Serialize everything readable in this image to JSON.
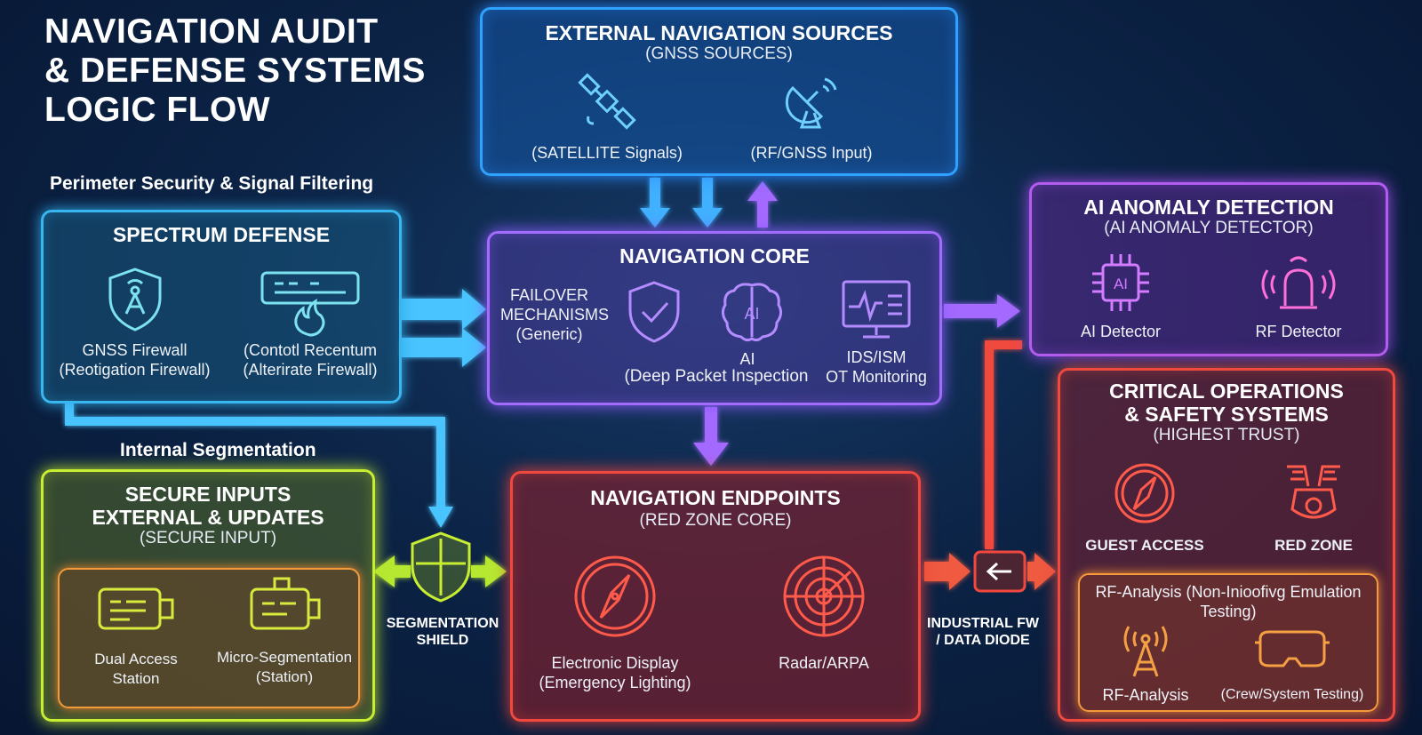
{
  "title": {
    "line1": "NAVIGATION AUDIT",
    "line2": "& DEFENSE SYSTEMS",
    "line3": "LOGIC FLOW"
  },
  "sections": {
    "perimeter": "Perimeter Security & Signal Filtering",
    "internal": "Internal Segmentation"
  },
  "external": {
    "title": "EXTERNAL NAVIGATION SOURCES",
    "subtitle": "(GNSS SOURCES)",
    "items": [
      {
        "label": "(SATELLITE Signals)",
        "icon": "satellite-icon"
      },
      {
        "label": "(RF/GNSS Input)",
        "icon": "satellite-dish-icon"
      }
    ]
  },
  "spectrum": {
    "title": "SPECTRUM DEFENSE",
    "items": [
      {
        "line1": "GNSS Firewall",
        "line2": "(Reotigation Firewall)",
        "icon": "shield-antenna-icon"
      },
      {
        "line1": "(Contotl Recentum",
        "line2": "(Alterirate Firewall)",
        "icon": "firewall-icon"
      }
    ]
  },
  "core": {
    "title": "NAVIGATION CORE",
    "failover": {
      "line1": "FAILOVER",
      "line2": "MECHANISMS",
      "line3": "(Generic)"
    },
    "ai_label": "AI",
    "ai_caption": "(Deep Packet Inspection",
    "ids_line1": "IDS/ISM",
    "ids_line2": "OT Monitoring",
    "icons": [
      "shield-check-icon",
      "ai-brain-icon",
      "monitor-icon"
    ]
  },
  "ai_detection": {
    "title": "AI ANOMALY DETECTION",
    "subtitle": "(AI ANOMALY DETECTOR)",
    "items": [
      {
        "label": "AI Detector",
        "icon": "ai-chip-icon",
        "chip_text": "AI"
      },
      {
        "label": "RF Detector",
        "icon": "rf-alarm-icon"
      }
    ]
  },
  "secure_inputs": {
    "title_line1": "SECURE INPUTS",
    "title_line2": "EXTERNAL & UPDATES",
    "subtitle": "(SECURE INPUT)",
    "items": [
      {
        "line1": "Dual Access",
        "line2": "Station",
        "icon": "usb-drive-icon"
      },
      {
        "line1": "Micro-Segmentation",
        "line2": "(Station)",
        "icon": "usb-drive-icon"
      }
    ]
  },
  "segmentation_shield": {
    "line1": "SEGMENTATION",
    "line2": "SHIELD",
    "icon": "segmentation-shield-icon"
  },
  "endpoints": {
    "title": "NAVIGATION ENDPOINTS",
    "subtitle": "(RED ZONE CORE)",
    "items": [
      {
        "line1": "Electronic Display",
        "line2": "(Emergency Lighting)",
        "icon": "compass-icon"
      },
      {
        "line1": "Radar/ARPA",
        "line2": "",
        "icon": "radar-icon"
      }
    ]
  },
  "industrial_fw": {
    "line1": "INDUSTRIAL FW",
    "line2": "/ DATA DIODE",
    "icon": "data-diode-icon"
  },
  "critical": {
    "title_line1": "CRITICAL OPERATIONS",
    "title_line2": "& SAFETY SYSTEMS",
    "subtitle": "(HIGHEST TRUST)",
    "items": [
      {
        "label": "GUEST ACCESS",
        "icon": "compass-icon"
      },
      {
        "label": "RED ZONE",
        "icon": "engine-icon"
      }
    ],
    "rf": {
      "title_line1": "RF-Analysis (Non-Inioofivg Emulation",
      "title_line2": "Testing)",
      "items": [
        {
          "label": "RF-Analysis",
          "icon": "antenna-tower-icon"
        },
        {
          "label": "(Crew/System Testing)",
          "icon": "vr-headset-icon"
        }
      ]
    }
  },
  "colors": {
    "background": "#0c2447",
    "external": "#2fa2ff",
    "spectrum": "#38b6f0",
    "core": "#a46bff",
    "ai": "#b35cf0",
    "secure": "#c8ee32",
    "inner_orange": "#f59a3a",
    "red": "#f0483e"
  }
}
